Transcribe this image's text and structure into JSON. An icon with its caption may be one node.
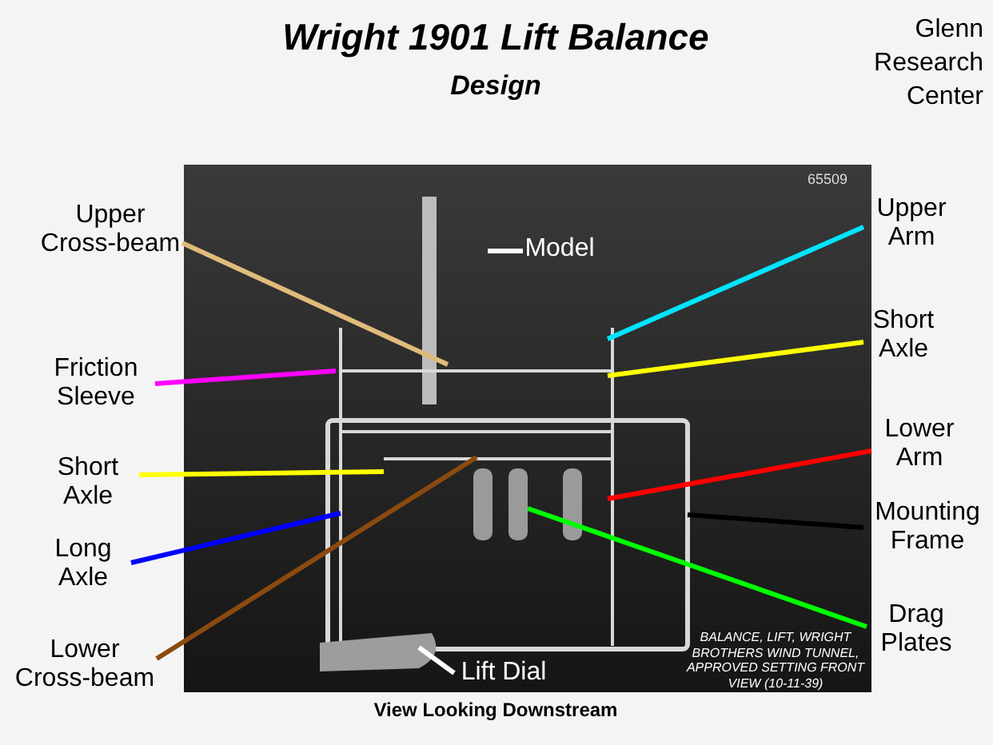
{
  "diagram": {
    "title": "Wright 1901 Lift Balance",
    "caption": "View Looking Downstream",
    "nodes": [
      {
        "text": [
          "Upper Cross-beam"
        ]
      },
      {
        "text": [
          "Model"
        ]
      },
      {
        "text": [
          "Upper Arm"
        ]
      },
      {
        "text": [
          "Friction Sleeve"
        ]
      },
      {
        "text": [
          "Short Axle"
        ]
      },
      {
        "text": [
          "Short Axle"
        ]
      },
      {
        "text": [
          "Lower Arm"
        ]
      },
      {
        "text": [
          "Long Axle"
        ]
      },
      {
        "text": [
          "Mounting Frame"
        ]
      },
      {
        "text": [
          "Drag Plates"
        ]
      },
      {
        "text": [
          "Lower Cross-beam"
        ]
      },
      {
        "text": [
          "Lift Dial"
        ]
      }
    ],
    "edges": [
      {
        "from": 0,
        "to": null,
        "arrow": "none",
        "color": "#e0bb7a"
      },
      {
        "from": 1,
        "to": null,
        "arrow": "none",
        "color": "#ffffff"
      },
      {
        "from": 2,
        "to": null,
        "arrow": "none",
        "color": "#00e5ff"
      },
      {
        "from": 3,
        "to": null,
        "arrow": "none",
        "color": "#ff00ff"
      },
      {
        "from": 4,
        "to": null,
        "arrow": "none",
        "color": "#ffff00"
      },
      {
        "from": 5,
        "to": null,
        "arrow": "none",
        "color": "#ffff00"
      },
      {
        "from": 6,
        "to": null,
        "arrow": "none",
        "color": "#ff0000"
      },
      {
        "from": 7,
        "to": null,
        "arrow": "none",
        "color": "#0000ff"
      },
      {
        "from": 8,
        "to": null,
        "arrow": "none",
        "color": "#000000"
      },
      {
        "from": 9,
        "to": null,
        "arrow": "none",
        "color": "#00ff00"
      },
      {
        "from": 10,
        "to": null,
        "arrow": "none",
        "color": "#8b4a0f"
      },
      {
        "from": 11,
        "to": null,
        "arrow": "none",
        "color": "#ffffff"
      }
    ],
    "labels": [
      "Glenn Research Center",
      "Design",
      "65509",
      "BALANCE, LIFT, WRIGHT BROTHERS WIND TUNNEL, APPROVED SETTING FRONT VIEW (10-11-39)"
    ]
  }
}
